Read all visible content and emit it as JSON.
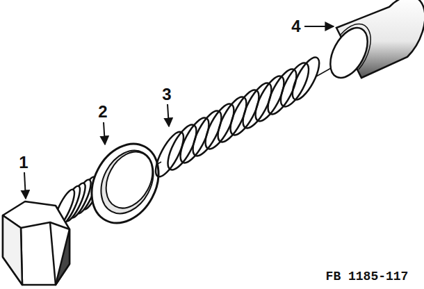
{
  "diagram": {
    "labels": [
      "1",
      "2",
      "3",
      "4",
      "FB 1185-117"
    ]
  }
}
